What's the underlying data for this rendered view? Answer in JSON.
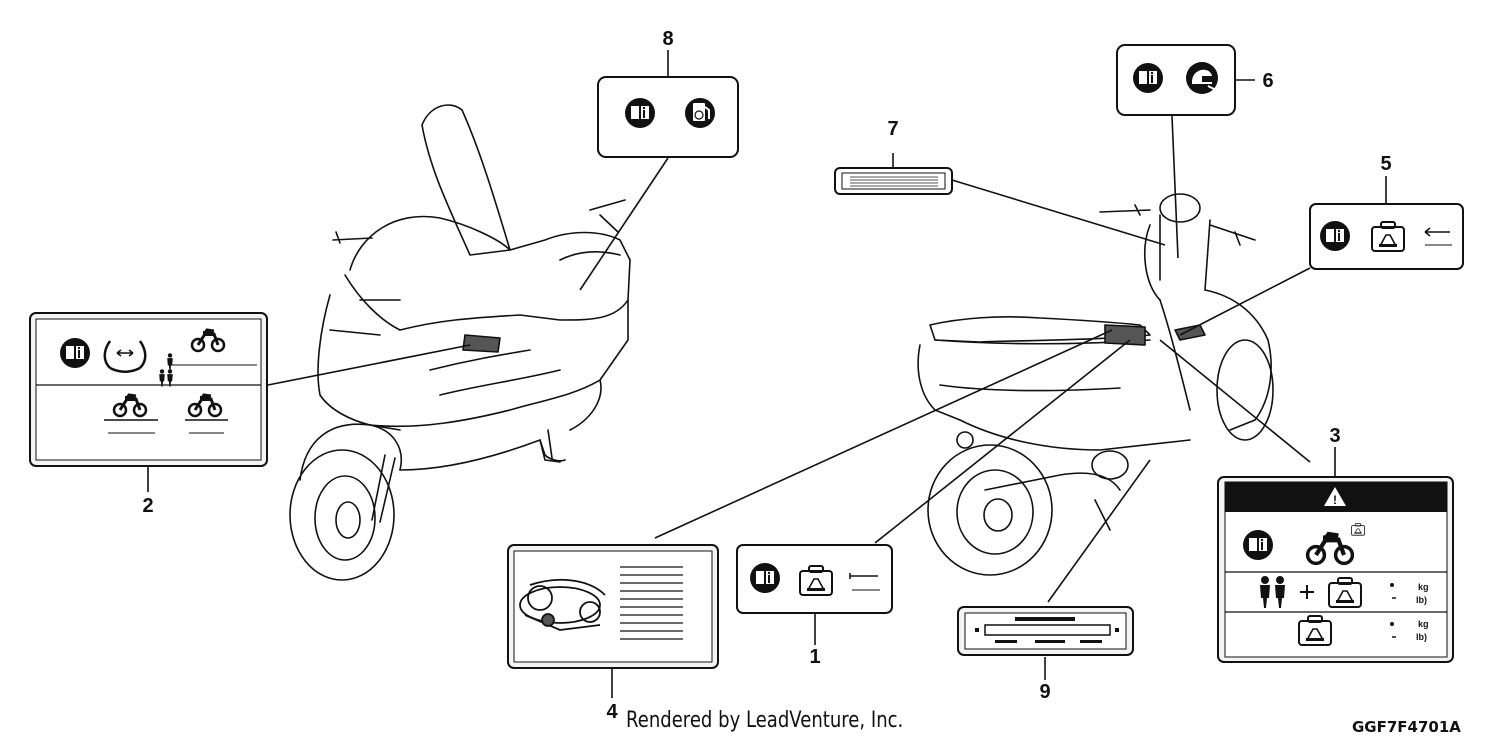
{
  "callouts": {
    "c1": "1",
    "c2": "2",
    "c3": "3",
    "c4": "4",
    "c5": "5",
    "c6": "6",
    "c7": "7",
    "c8": "8",
    "c9": "9"
  },
  "label3": {
    "warning_symbol": "!",
    "unit_kg_1": "kg",
    "unit_lb_1": "lb)",
    "unit_kg_2": "kg",
    "unit_lb_2": "lb)"
  },
  "footer": {
    "rendered_by": "Rendered by LeadVenture, Inc.",
    "part_code": "GGF7F4701A"
  },
  "colors": {
    "line": "#111111",
    "label_fill": "#ffffff",
    "icon_fill": "#111111",
    "label_bg": "#f4f4f4"
  },
  "icons": [
    "owners-manual-icon",
    "helmet-icon",
    "cargo-box-icon",
    "scooter-icon",
    "rider-icon",
    "fuel-icon",
    "tire-pressure-icon",
    "engine-icon",
    "warning-icon"
  ]
}
